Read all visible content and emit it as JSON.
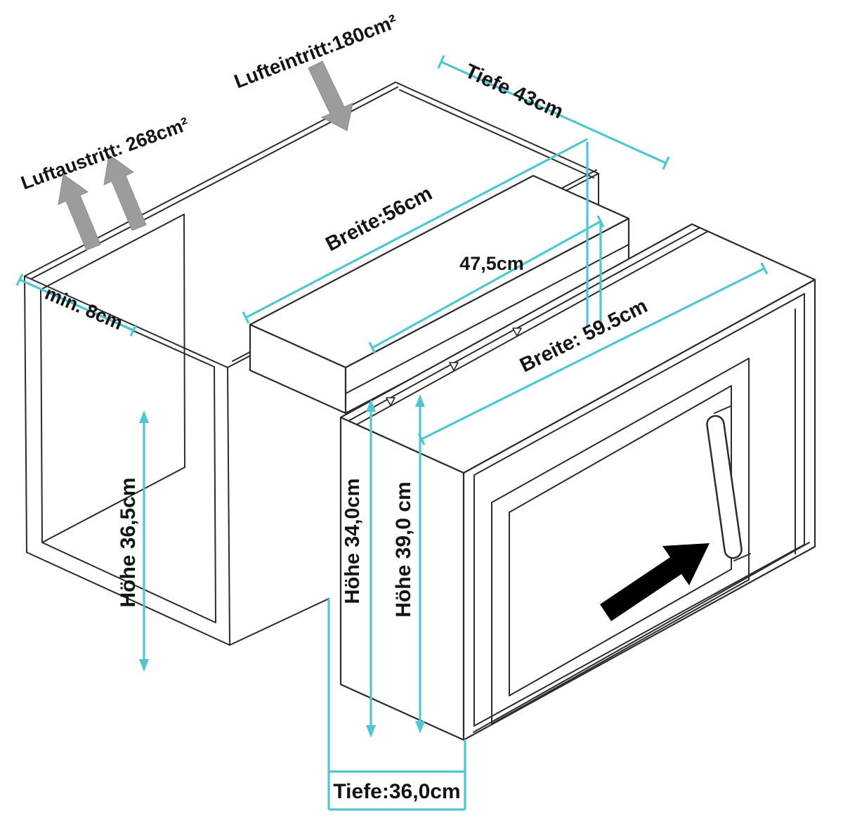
{
  "diagram": {
    "type": "built-in microwave installation dimensions",
    "labels": {
      "air_inlet": "Lufteintritt:180cm²",
      "air_outlet": "Luftaustritt: 268cm²",
      "cabinet_depth": "Tiefe 43cm",
      "cabinet_width": "Breite:56cm",
      "niche_width": "47,5cm",
      "min_clearance": "min. 8cm",
      "cabinet_height": "Höhe 36,5cm",
      "microwave_width": "Breite: 59.5cm",
      "niche_height": "Höhe 34,0cm",
      "microwave_height": "Höhe 39,0 cm",
      "microwave_depth": "Tiefe:36,0cm"
    },
    "colors": {
      "dimension_line": "#4fc6d2",
      "drawing_line": "#2b2b2b",
      "airflow_arrow": "#9c9c9c",
      "insert_arrow": "#000000"
    }
  }
}
